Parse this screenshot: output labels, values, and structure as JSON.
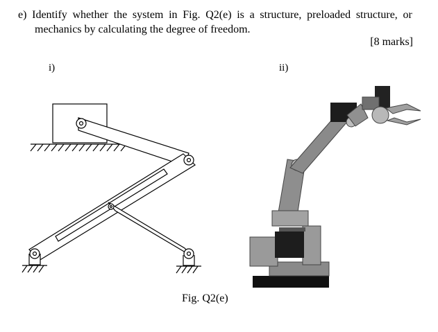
{
  "question": {
    "label": "e)",
    "line1_words": [
      "Identify",
      "whether",
      "the",
      "system",
      "in",
      "Fig.",
      "Q2(e)",
      "is",
      "a",
      "structure,",
      "preloaded",
      "structure,",
      "or"
    ],
    "line2": "mechanics by calculating the degree of freedom.",
    "marks": "[8 marks]"
  },
  "figure": {
    "sub_i": "i)",
    "sub_ii": "ii)",
    "caption": "Fig. Q2(e)"
  }
}
